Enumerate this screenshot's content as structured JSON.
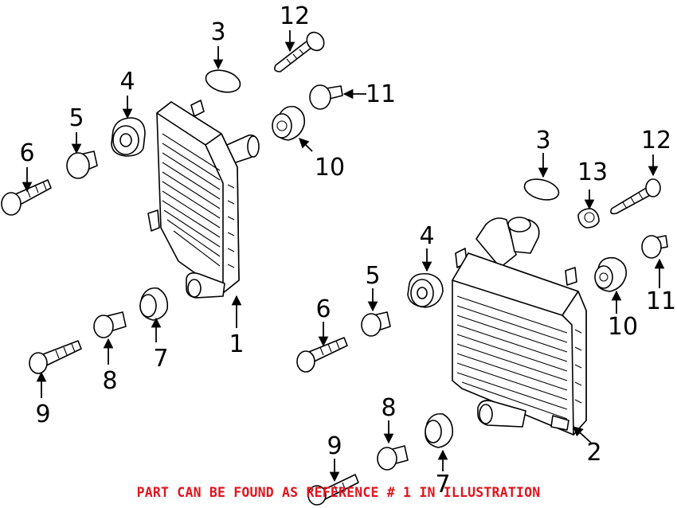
{
  "callouts": {
    "left": {
      "c1": "1",
      "c3": "3",
      "c4": "4",
      "c5": "5",
      "c6": "6",
      "c7": "7",
      "c8": "8",
      "c9": "9",
      "c10": "10",
      "c11": "11",
      "c12": "12"
    },
    "right": {
      "c2": "2",
      "c3": "3",
      "c4": "4",
      "c5": "5",
      "c6": "6",
      "c7": "7",
      "c8": "8",
      "c9": "9",
      "c10": "10",
      "c11": "11",
      "c12": "12",
      "c13": "13"
    }
  },
  "footer_note": "PART CAN BE FOUND AS REFERENCE # 1 IN ILLUSTRATION",
  "colors": {
    "footer_note": "#e0141e",
    "line_art": "#000000"
  }
}
